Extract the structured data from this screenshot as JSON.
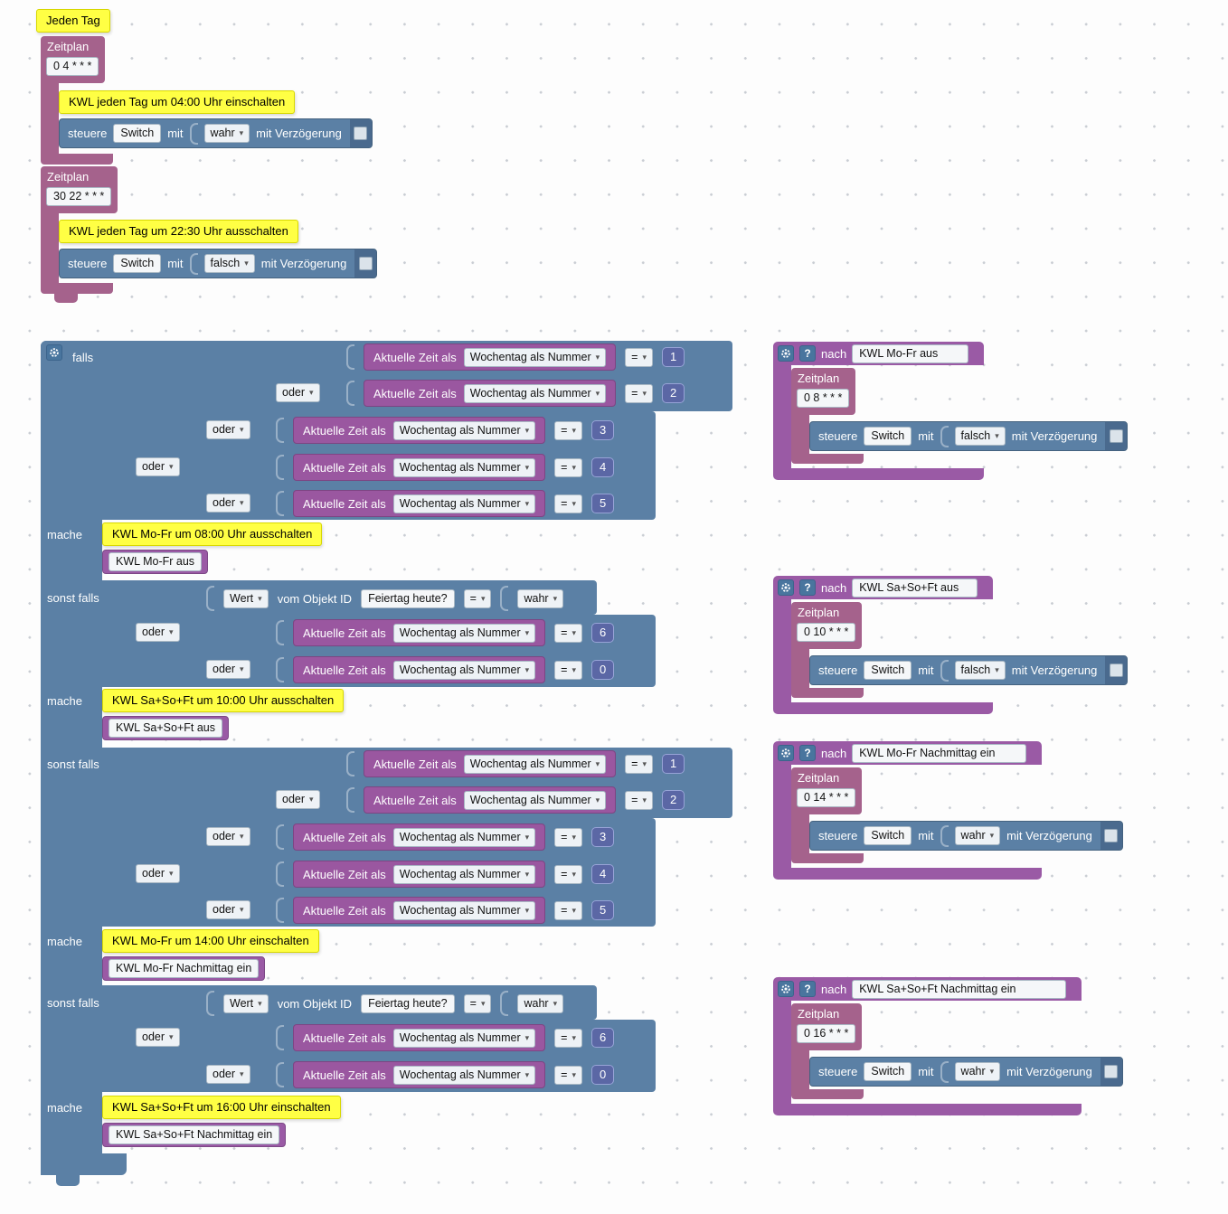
{
  "labels": {
    "zeitplan": "Zeitplan",
    "falls": "falls",
    "mache": "mache",
    "sonst_falls": "sonst falls",
    "oder": "oder",
    "nach": "nach",
    "steuere": "steuere",
    "mit": "mit",
    "mit_verzoegerung": "mit Verzögerung",
    "aktuelle_zeit": "Aktuelle Zeit als",
    "wochentag": "Wochentag als Nummer",
    "eq": "=",
    "wert": "Wert",
    "vom_objekt_id": "vom Objekt ID"
  },
  "icons": {
    "dropdown_arrow": "▾",
    "question_mark": "?"
  },
  "comments": {
    "jeden_tag": "Jeden Tag",
    "on_04": "KWL jeden Tag um 04:00 Uhr einschalten",
    "off_2230": "KWL jeden Tag um 22:30 Uhr ausschalten",
    "c1": "KWL Mo-Fr um 08:00 Uhr ausschalten",
    "c2": "KWL Sa+So+Ft um 10:00 Uhr ausschalten",
    "c3": "KWL Mo-Fr um 14:00 Uhr einschalten",
    "c4": "KWL Sa+So+Ft um 16:00 Uhr einschalten"
  },
  "schedules": {
    "s1": {
      "cron": "0 4 * * *"
    },
    "s2": {
      "cron": "30 22 * * *"
    },
    "f1": {
      "cron": "0 8 * * *"
    },
    "f2": {
      "cron": "0 10 * * *"
    },
    "f3": {
      "cron": "0 14 * * *"
    },
    "f4": {
      "cron": "0 16 * * *"
    }
  },
  "controls": {
    "s1": {
      "object_id": "Switch",
      "value": "wahr"
    },
    "s2": {
      "object_id": "Switch",
      "value": "falsch"
    },
    "f1": {
      "object_id": "Switch",
      "value": "falsch"
    },
    "f2": {
      "object_id": "Switch",
      "value": "falsch"
    },
    "f3": {
      "object_id": "Switch",
      "value": "wahr"
    },
    "f4": {
      "object_id": "Switch",
      "value": "wahr"
    }
  },
  "conditions": {
    "clause1": {
      "weekdays": [
        1,
        2,
        3,
        4,
        5
      ]
    },
    "clause2": {
      "object_id": "Feiertag heute?",
      "value": "wahr",
      "weekdays": [
        6,
        0
      ]
    },
    "clause3": {
      "weekdays": [
        1,
        2,
        3,
        4,
        5
      ]
    },
    "clause4": {
      "object_id": "Feiertag heute?",
      "value": "wahr",
      "weekdays": [
        6,
        0
      ]
    }
  },
  "calls": {
    "c1": "KWL Mo-Fr aus",
    "c2": "KWL Sa+So+Ft aus",
    "c3": "KWL Mo-Fr Nachmittag ein",
    "c4": "KWL Sa+So+Ft Nachmittag ein"
  },
  "functions": {
    "f1": {
      "name": "KWL Mo-Fr aus"
    },
    "f2": {
      "name": "KWL Sa+So+Ft aus"
    },
    "f3": {
      "name": "KWL Mo-Fr Nachmittag ein"
    },
    "f4": {
      "name": "KWL Sa+So+Ft Nachmittag ein"
    }
  }
}
